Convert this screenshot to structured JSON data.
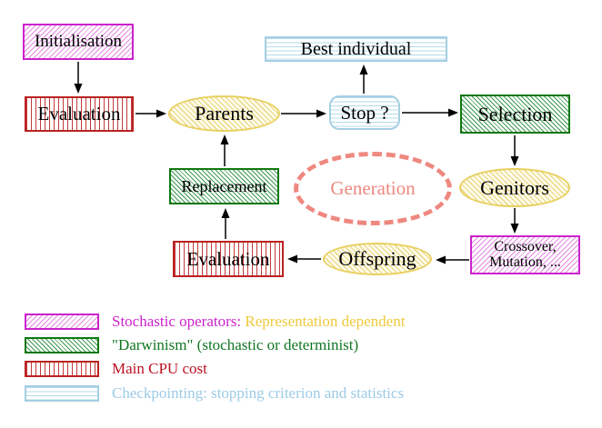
{
  "diagram": {
    "nodes": {
      "initialisation": "Initialisation",
      "evaluation_top": "Evaluation",
      "parents": "Parents",
      "best_individual": "Best individual",
      "stop": "Stop ?",
      "selection": "Selection",
      "genitors": "Genitors",
      "crossover_line1": "Crossover,",
      "crossover_line2": "Mutation, ...",
      "offspring": "Offspring",
      "evaluation_bottom": "Evaluation",
      "replacement": "Replacement",
      "generation": "Generation"
    },
    "colors": {
      "stochastic_magenta": "#cc22cc",
      "darwinism_green": "#117711",
      "cpu_cost_red": "#bb2222",
      "checkpoint_cyan": "#a5cfe3",
      "population_yellow": "#e8d060",
      "generation_salmon": "#ee8880",
      "arrow_black": "#000000"
    }
  },
  "legend": {
    "items": [
      {
        "swatch": "stochastic-operators-pattern",
        "text": "Stochastic operators:",
        "text2": "Representation dependent"
      },
      {
        "swatch": "darwinism-pattern",
        "text": "\"Darwinism\" (stochastic or determinist)"
      },
      {
        "swatch": "main-cpu-cost-pattern",
        "text": "Main CPU cost"
      },
      {
        "swatch": "checkpointing-pattern",
        "text": "Checkpointing: stopping criterion and statistics"
      }
    ]
  }
}
